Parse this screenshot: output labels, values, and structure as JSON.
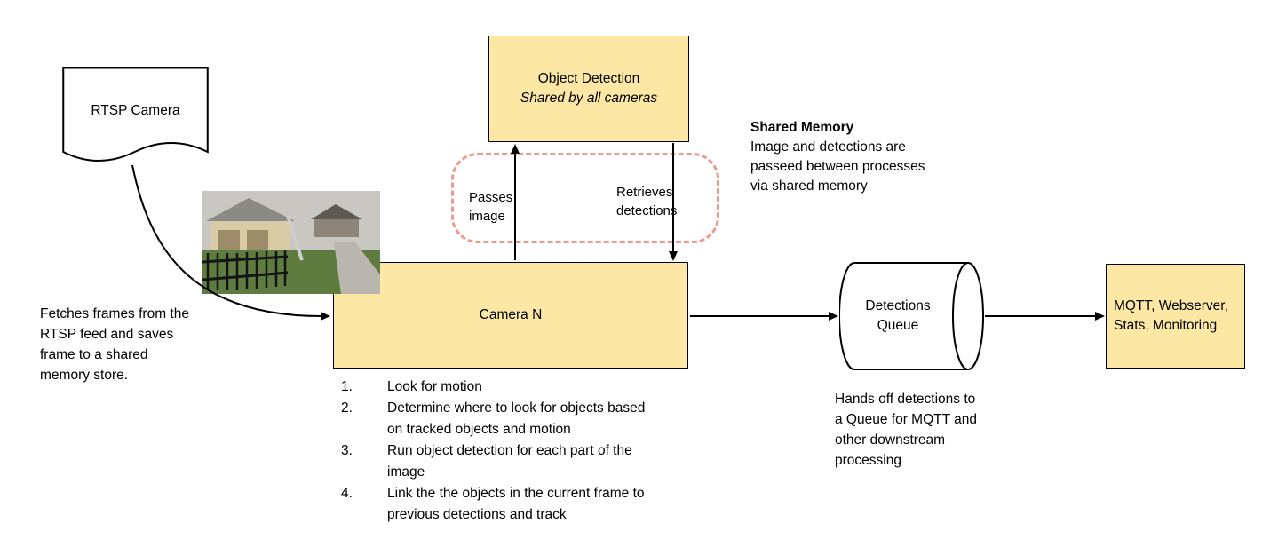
{
  "colors": {
    "box_fill": "#FCE8A4",
    "box_border": "#000000",
    "shared_memory_dash": "#F0998A",
    "arrow": "#000000"
  },
  "rtsp_camera": {
    "label": "RTSP Camera"
  },
  "fetch_note": "Fetches frames from the RTSP feed and saves frame to a shared memory store.",
  "object_detection": {
    "title": "Object Detection",
    "subtitle": "Shared by all cameras"
  },
  "shared_memory": {
    "title": "Shared Memory",
    "body": "Image and detections are passeed between processes via shared memory"
  },
  "flow_labels": {
    "passes_image": "Passes image",
    "retrieves_detections": "Retrieves detections"
  },
  "camera_n": {
    "label": "Camera N",
    "steps": [
      "Look for motion",
      "Determine where to look for objects based on tracked objects and motion",
      "Run object detection for each part of the image",
      "Link the the objects in the current frame to previous detections and track"
    ]
  },
  "detections_queue": {
    "label": "Detections Queue",
    "note": "Hands off detections to a Queue for MQTT and other downstream processing"
  },
  "mqtt": {
    "label": "MQTT, Webserver, Stats, Monitoring"
  }
}
